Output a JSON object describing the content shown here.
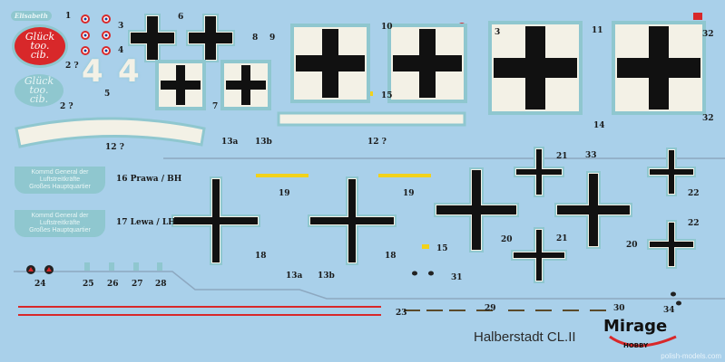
{
  "sheet": {
    "title": "Halberstadt CL.II",
    "brand": "Mirage",
    "brand_sub": "HOBBY",
    "watermark": "polish-models.com",
    "name_decal": "Elisabeth",
    "gluck_text": [
      "Glück",
      "too.",
      "cib."
    ],
    "banner_text": [
      "Kommd General der Luftstreitkräfte",
      "Großes Hauptquartier"
    ],
    "big_numbers": [
      "4",
      "4"
    ],
    "labels": [
      "1",
      "3",
      "4",
      "2 ?",
      "5",
      "6",
      "7",
      "8",
      "9",
      "10",
      "3",
      "11",
      "32",
      "15",
      "2 ?",
      "12 ?",
      "13a",
      "13b",
      "12 ?",
      "14",
      "32",
      "21",
      "33",
      "16 Prawa / BH",
      "19",
      "19",
      "22",
      "17 Lewa / LH",
      "22",
      "21",
      "20",
      "20",
      "15",
      "18",
      "18",
      "31",
      "13a",
      "13b",
      "24",
      "25",
      "26",
      "27",
      "28",
      "23",
      "29",
      "30",
      "34"
    ],
    "colors": {
      "background": "#a9d0ea",
      "black": "#111111",
      "white": "#f3f1e6",
      "red": "#d8282a",
      "yellow": "#f2d21b",
      "outline": "#8fc7cf"
    }
  }
}
